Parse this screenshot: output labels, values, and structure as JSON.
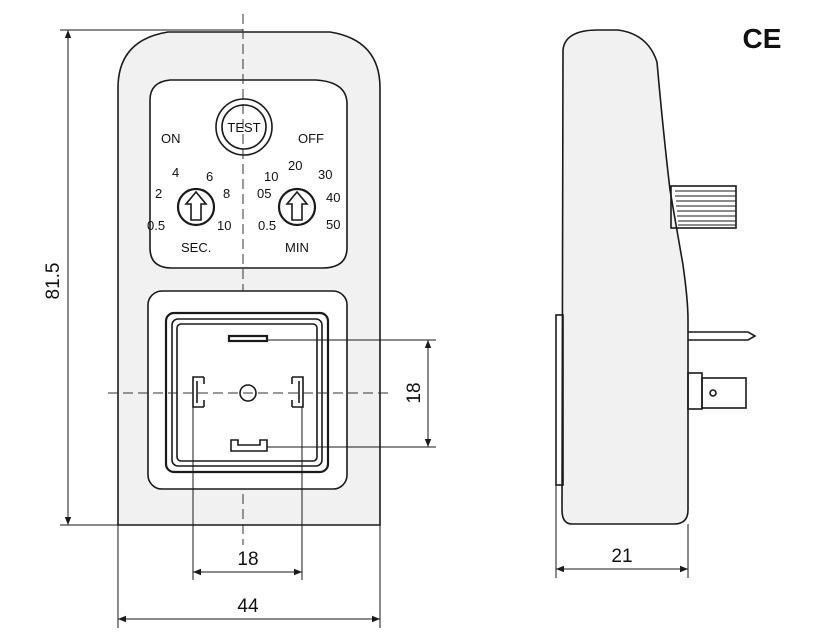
{
  "certification": {
    "mark": "CE"
  },
  "front_view": {
    "test_button_label": "TEST",
    "on_label": "ON",
    "off_label": "OFF",
    "left_dial": {
      "ticks": [
        "0.5",
        "2",
        "4",
        "6",
        "8",
        "10"
      ],
      "unit_label": "SEC."
    },
    "right_dial": {
      "ticks": [
        "0.5",
        "05",
        "10",
        "20",
        "30",
        "40",
        "50"
      ],
      "unit_label": "MIN"
    }
  },
  "dimensions": {
    "height": "81.5",
    "width": "44",
    "connector_width": "18",
    "connector_height": "18",
    "depth": "21"
  }
}
